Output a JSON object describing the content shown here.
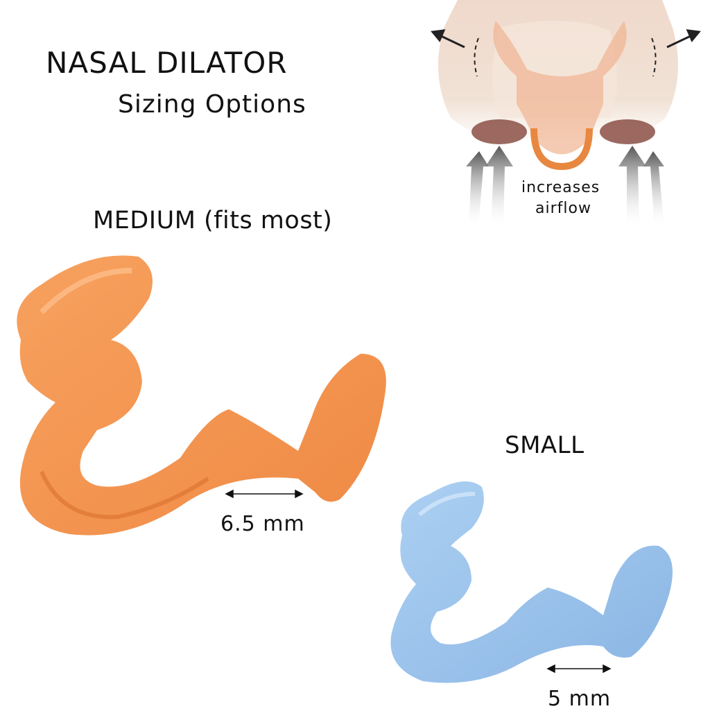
{
  "header": {
    "title": "NASAL DILATOR",
    "subtitle": "Sizing Options"
  },
  "illustration": {
    "caption_line1": "increases",
    "caption_line2": "airflow"
  },
  "products": [
    {
      "label": "MEDIUM (fits most)",
      "measurement": "6.5 mm",
      "color": "#f4914a"
    },
    {
      "label": "SMALL",
      "measurement": "5 mm",
      "color": "#9ec3ea"
    }
  ]
}
